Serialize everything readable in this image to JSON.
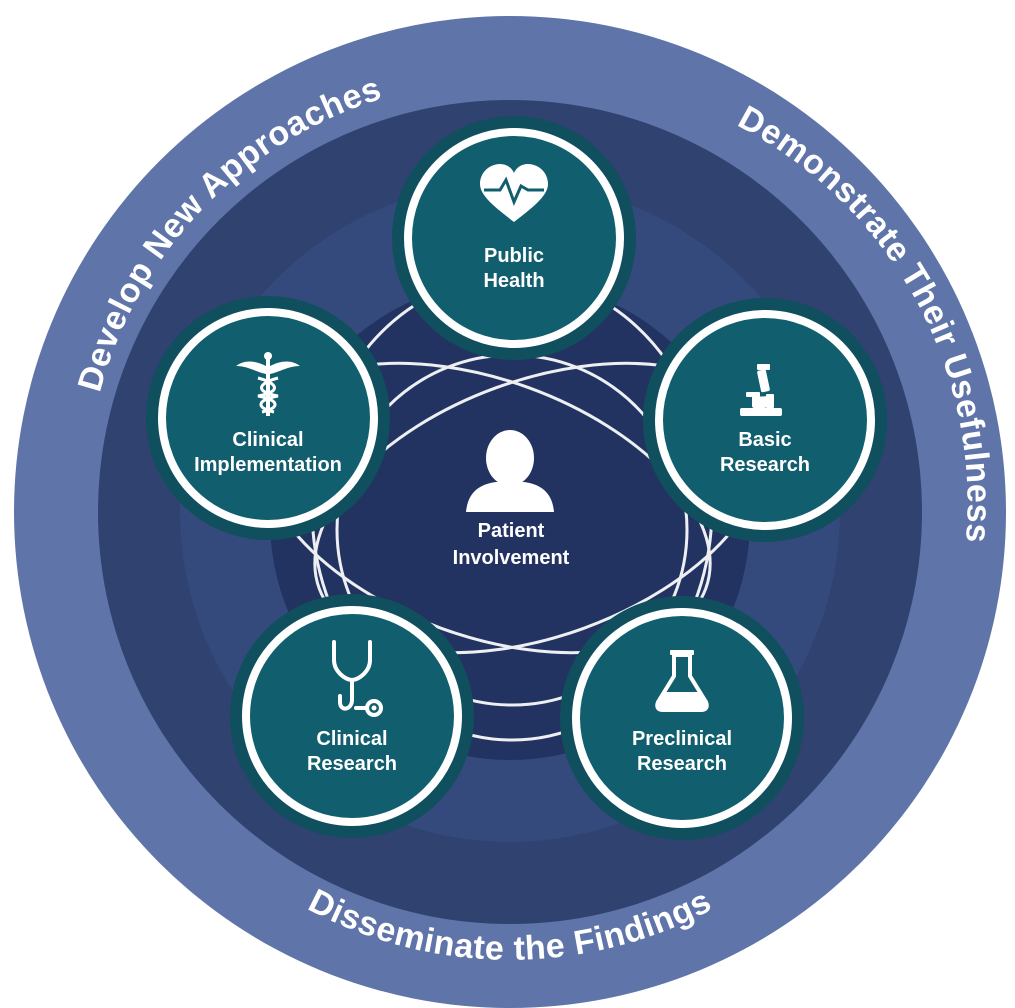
{
  "colors": {
    "outer_ring": "#5f74a8",
    "middle_ring": "#2f4270",
    "inner_ring": "#344a7c",
    "core": "#1e2d55",
    "node_fill": "#115e6e",
    "node_border": "#ffffff",
    "node_outer_ring": "#0f4f5e",
    "orbit_lines": "#ffffff",
    "text": "#ffffff"
  },
  "outer_ring": {
    "top_left": "Develop New Approaches",
    "right": "Demonstrate Their Usefulness",
    "bottom": "Disseminate the Findings"
  },
  "center": {
    "icon": "person-icon",
    "line1": "Patient",
    "line2": "Involvement"
  },
  "nodes": {
    "public_health": {
      "icon": "heart-pulse-icon",
      "line1": "Public",
      "line2": "Health"
    },
    "basic_research": {
      "icon": "microscope-icon",
      "line1": "Basic",
      "line2": "Research"
    },
    "preclinical_research": {
      "icon": "flask-icon",
      "line1": "Preclinical",
      "line2": "Research"
    },
    "clinical_research": {
      "icon": "stethoscope-icon",
      "line1": "Clinical",
      "line2": "Research"
    },
    "clinical_implementation": {
      "icon": "caduceus-icon",
      "line1": "Clinical",
      "line2": "Implementation"
    }
  }
}
